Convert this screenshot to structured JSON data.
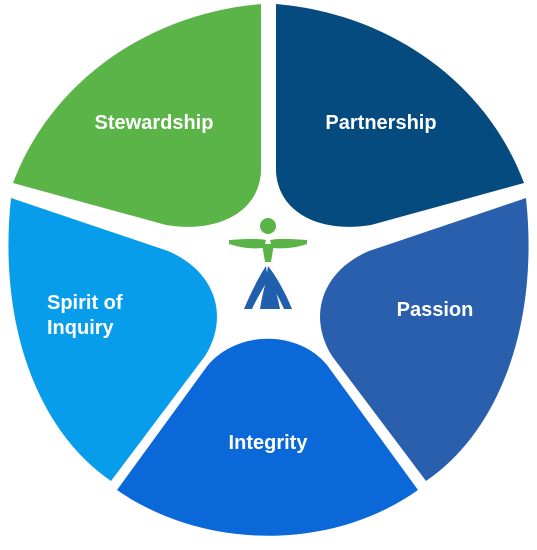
{
  "values": [
    {
      "id": "stewardship",
      "label": "Stewardship",
      "color": "#5bb448"
    },
    {
      "id": "partnership",
      "label": "Partnership",
      "color": "#064b80"
    },
    {
      "id": "passion",
      "label": "Passion",
      "color": "#2a5fae"
    },
    {
      "id": "integrity",
      "label": "Integrity",
      "color": "#0b68d8"
    },
    {
      "id": "spirit-of-inquiry",
      "label_line1": "Spirit of",
      "label_line2": "Inquiry",
      "color": "#079deb"
    }
  ],
  "logo": {
    "icon": "figure-logo-icon",
    "colors": {
      "green": "#5bb448",
      "blue": "#1f5fad"
    }
  }
}
